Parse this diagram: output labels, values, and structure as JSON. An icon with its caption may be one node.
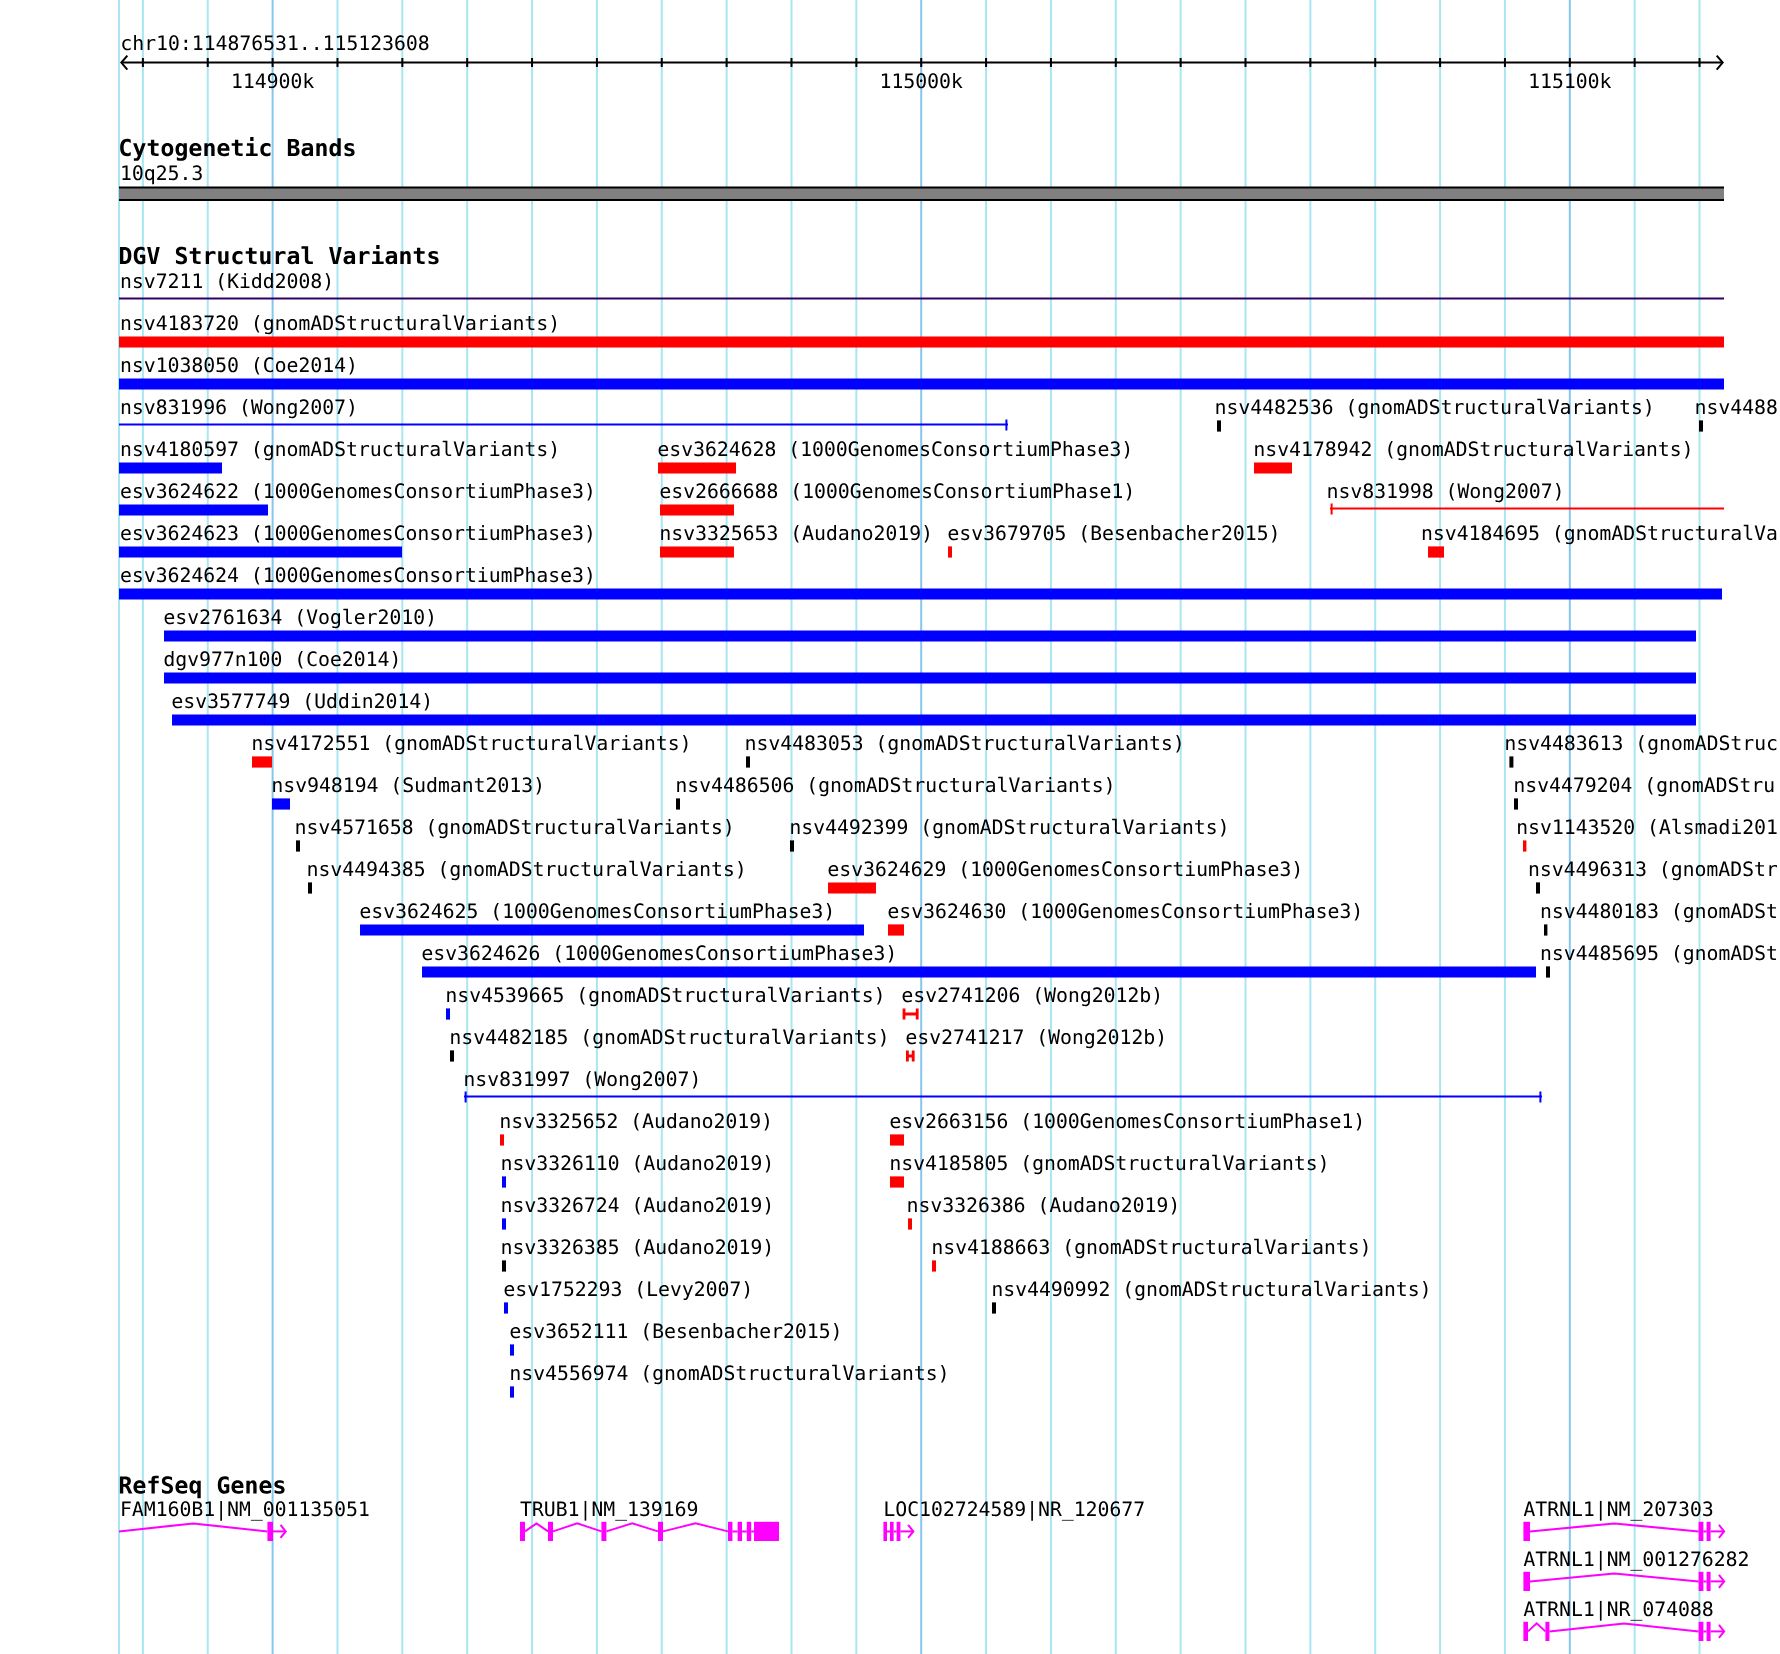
{
  "diagram": {
    "nodes": [
      {
        "text": [
          "10q25.3"
        ]
      },
      {
        "text": [
          "nsv7211 (Kidd2008)"
        ]
      },
      {
        "text": [
          "nsv4183720 (gnomADStructuralVariants)"
        ]
      },
      {
        "text": [
          "nsv1038050 (Coe2014)"
        ]
      },
      {
        "text": [
          "nsv831996 (Wong2007)"
        ]
      },
      {
        "text": [
          "nsv4482536 (gnomADStructuralVariants)"
        ]
      },
      {
        "text": [
          "nsv4488"
        ]
      },
      {
        "text": [
          "nsv4180597 (gnomADStructuralVariants)"
        ]
      },
      {
        "text": [
          "esv3624628 (1000GenomesConsortiumPhase3)"
        ]
      },
      {
        "text": [
          "nsv4178942 (gnomADStructuralVariants)"
        ]
      },
      {
        "text": [
          "esv3624622 (1000GenomesConsortiumPhase3)"
        ]
      },
      {
        "text": [
          "esv2666688 (1000GenomesConsortiumPhase1)"
        ]
      },
      {
        "text": [
          "nsv831998 (Wong2007)"
        ]
      },
      {
        "text": [
          "esv3624623 (1000GenomesConsortiumPhase3)"
        ]
      },
      {
        "text": [
          "nsv3325653 (Audano2019)"
        ]
      },
      {
        "text": [
          "esv3679705 (Besenbacher2015)"
        ]
      },
      {
        "text": [
          "nsv4184695 (gnomADStructuralVa"
        ]
      },
      {
        "text": [
          "esv3624624 (1000GenomesConsortiumPhase3)"
        ]
      },
      {
        "text": [
          "esv2761634 (Vogler2010)"
        ]
      },
      {
        "text": [
          "dgv977n100 (Coe2014)"
        ]
      },
      {
        "text": [
          "esv3577749 (Uddin2014)"
        ]
      },
      {
        "text": [
          "nsv4172551 (gnomADStructuralVariants)"
        ]
      },
      {
        "text": [
          "nsv4483053 (gnomADStructuralVariants)"
        ]
      },
      {
        "text": [
          "nsv4483613 (gnomADStruc"
        ]
      },
      {
        "text": [
          "nsv948194 (Sudmant2013)"
        ]
      },
      {
        "text": [
          "nsv4486506 (gnomADStructuralVariants)"
        ]
      },
      {
        "text": [
          "nsv4479204 (gnomADStru"
        ]
      },
      {
        "text": [
          "nsv4571658 (gnomADStructuralVariants)"
        ]
      },
      {
        "text": [
          "nsv4492399 (gnomADStructuralVariants)"
        ]
      },
      {
        "text": [
          "nsv1143520 (Alsmadi201"
        ]
      },
      {
        "text": [
          "nsv4494385 (gnomADStructuralVariants)"
        ]
      },
      {
        "text": [
          "esv3624629 (1000GenomesConsortiumPhase3)"
        ]
      },
      {
        "text": [
          "nsv4496313 (gnomADStr"
        ]
      },
      {
        "text": [
          "esv3624625 (1000GenomesConsortiumPhase3)"
        ]
      },
      {
        "text": [
          "esv3624630 (1000GenomesConsortiumPhase3)"
        ]
      },
      {
        "text": [
          "nsv4480183 (gnomADSt"
        ]
      },
      {
        "text": [
          "esv3624626 (1000GenomesConsortiumPhase3)"
        ]
      },
      {
        "text": [
          "nsv4485695 (gnomADSt"
        ]
      },
      {
        "text": [
          "nsv4539665 (gnomADStructuralVariants)"
        ]
      },
      {
        "text": [
          "esv2741206 (Wong2012b)"
        ]
      },
      {
        "text": [
          "nsv4482185 (gnomADStructuralVariants)"
        ]
      },
      {
        "text": [
          "esv2741217 (Wong2012b)"
        ]
      },
      {
        "text": [
          "nsv831997 (Wong2007)"
        ]
      },
      {
        "text": [
          "nsv3325652 (Audano2019)"
        ]
      },
      {
        "text": [
          "esv2663156 (1000GenomesConsortiumPhase1)"
        ]
      },
      {
        "text": [
          "nsv3326110 (Audano2019)"
        ]
      },
      {
        "text": [
          "nsv4185805 (gnomADStructuralVariants)"
        ]
      },
      {
        "text": [
          "nsv3326724 (Audano2019)"
        ]
      },
      {
        "text": [
          "nsv3326386 (Audano2019)"
        ]
      },
      {
        "text": [
          "nsv3326385 (Audano2019)"
        ]
      },
      {
        "text": [
          "nsv4188663 (gnomADStructuralVariants)"
        ]
      },
      {
        "text": [
          "esv1752293 (Levy2007)"
        ]
      },
      {
        "text": [
          "nsv4490992 (gnomADStructuralVariants)"
        ]
      },
      {
        "text": [
          "esv3652111 (Besenbacher2015)"
        ]
      },
      {
        "text": [
          "nsv4556974 (gnomADStructuralVariants)"
        ]
      },
      {
        "text": [
          "FAM160B1|NM_001135051"
        ]
      },
      {
        "text": [
          "TRUB1|NM_139169"
        ]
      },
      {
        "text": [
          "LOC102724589|NR_120677"
        ]
      },
      {
        "text": [
          "ATRNL1|NM_207303"
        ]
      },
      {
        "text": [
          "ATRNL1|NM_001276282"
        ]
      },
      {
        "text": [
          "ATRNL1|NR_074088"
        ]
      }
    ],
    "labels": [
      "chr10:114876531..115123608",
      "114900k",
      "115000k",
      "115100k",
      "Cytogenetic Bands",
      "DGV Structural Variants",
      "RefSeq Genes"
    ]
  }
}
